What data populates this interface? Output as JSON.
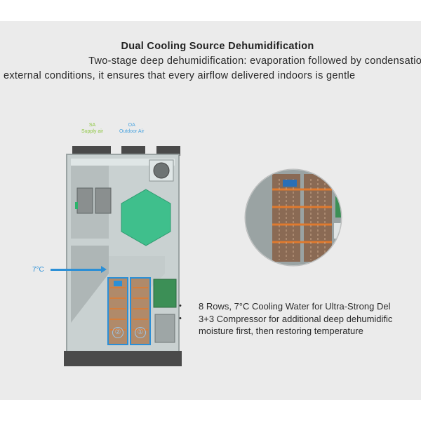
{
  "header": {
    "title": "Dual Cooling Source Dehumidification",
    "subtitle_line1": "Two-stage deep dehumidification: evaporation followed by condensation.",
    "subtitle_line2": "external conditions, it ensures that every airflow delivered indoors is gentle"
  },
  "unit": {
    "sa_label": "SA",
    "sa_sub": "Supply air",
    "oa_label": "OA",
    "oa_sub": "Outdoor Air",
    "water_temp": "7°C",
    "coil_2": "②",
    "coil_1": "①"
  },
  "features": {
    "bullet": "•",
    "item1": "8 Rows, 7°C Cooling Water for Ultra-Strong Del",
    "item2_line1": "3+3 Compressor for additional deep dehumidific",
    "item2_line2": "moisture first, then restoring temperature"
  },
  "colors": {
    "background": "#ebebeb",
    "supply_air": "#8cc63f",
    "outdoor_air": "#4aa3df",
    "water_arrow": "#2b8fd6",
    "heat_exchanger": "#3fbf8c"
  }
}
